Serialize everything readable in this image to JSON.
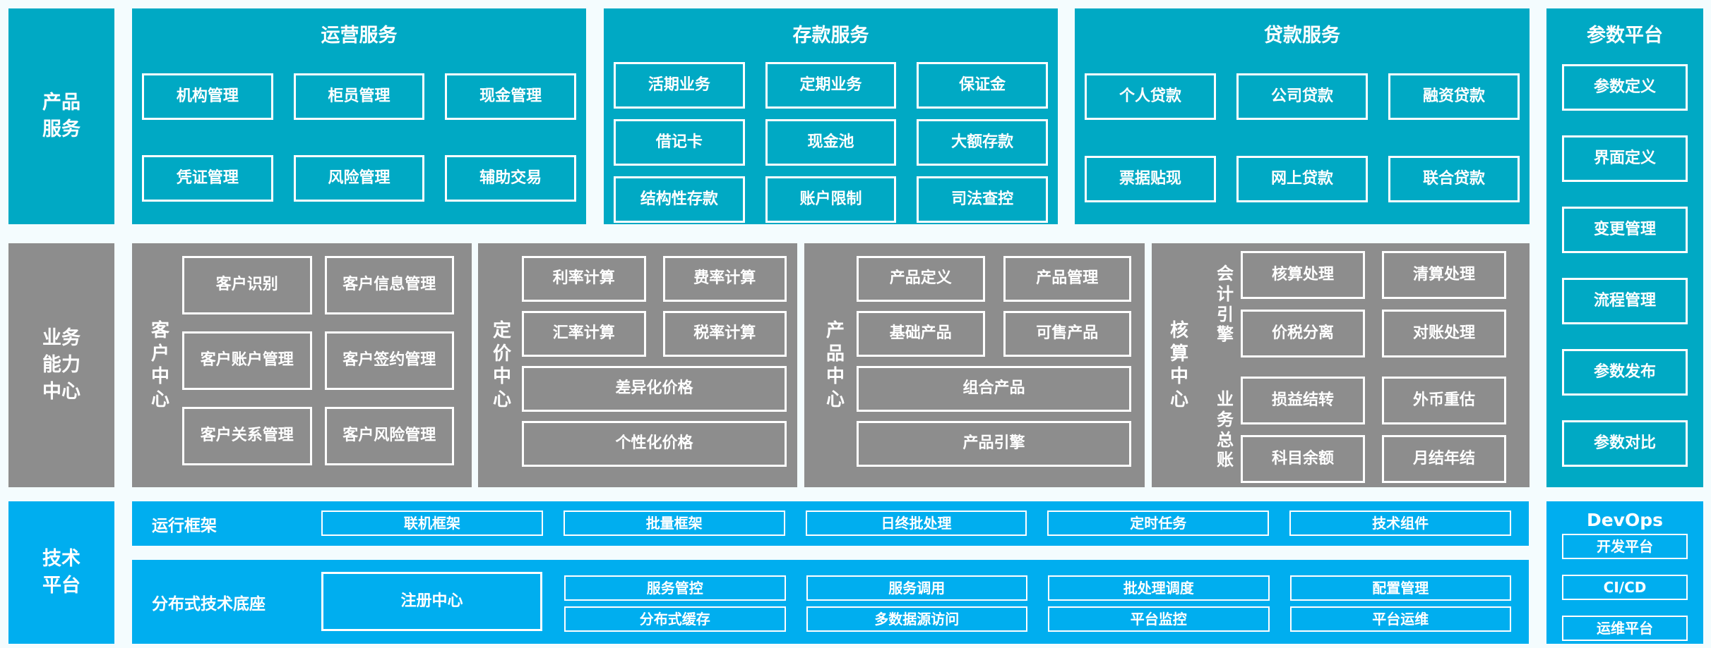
{
  "palette": {
    "teal": "#00a9c4",
    "gray": "#8d8d8d",
    "blue": "#00aeef",
    "background": "#f4fcfe",
    "text": "#ffffff"
  },
  "rails": {
    "product_services": "产品\n服务",
    "business_capability": "业务\n能力\n中心",
    "tech_platform": "技术\n平台"
  },
  "top": {
    "operations": {
      "title": "运营服务",
      "items": [
        "机构管理",
        "柜员管理",
        "现金管理",
        "凭证管理",
        "风险管理",
        "辅助交易"
      ]
    },
    "deposits": {
      "title": "存款服务",
      "items": [
        "活期业务",
        "定期业务",
        "保证金",
        "借记卡",
        "现金池",
        "大额存款",
        "结构性存款",
        "账户限制",
        "司法查控"
      ]
    },
    "loans": {
      "title": "贷款服务",
      "items": [
        "个人贷款",
        "公司贷款",
        "融资贷款",
        "票据贴现",
        "网上贷款",
        "联合贷款"
      ]
    },
    "parameters": {
      "title": "参数平台",
      "items": [
        "参数定义",
        "界面定义",
        "变更管理",
        "流程管理",
        "参数发布",
        "参数对比"
      ]
    }
  },
  "middle": {
    "customer": {
      "label": "客\n户\n中\n心",
      "items": [
        "客户识别",
        "客户信息管理",
        "客户账户管理",
        "客户签约管理",
        "客户关系管理",
        "客户风险管理"
      ]
    },
    "pricing": {
      "label": "定\n价\n中\n心",
      "items": [
        "利率计算",
        "费率计算",
        "汇率计算",
        "税率计算"
      ],
      "wide_items": [
        "差异化价格",
        "个性化价格"
      ]
    },
    "product_center": {
      "label": "产\n品\n中\n心",
      "items": [
        "产品定义",
        "产品管理",
        "基础产品",
        "可售产品"
      ],
      "wide_items": [
        "组合产品",
        "产品引擎"
      ]
    },
    "accounting": {
      "label": "核\n算\n中\n心",
      "groups": [
        {
          "label": "会\n计\n引\n擎",
          "items": [
            "核算处理",
            "清算处理",
            "价税分离",
            "对账处理"
          ]
        },
        {
          "label": "业\n务\n总\n账",
          "items": [
            "损益结转",
            "外币重估",
            "科目余额",
            "月结年结"
          ]
        }
      ]
    }
  },
  "bottom": {
    "runtime": {
      "label": "运行框架",
      "items": [
        "联机框架",
        "批量框架",
        "日终批处理",
        "定时任务",
        "技术组件"
      ]
    },
    "distributed": {
      "label": "分布式技术底座",
      "registry": "注册中心",
      "items": [
        "服务管控",
        "服务调用",
        "批处理调度",
        "配置管理",
        "分布式缓存",
        "多数据源访问",
        "平台监控",
        "平台运维"
      ]
    },
    "devops": {
      "title": "DevOps",
      "items": [
        "开发平台",
        "CI/CD",
        "运维平台"
      ]
    }
  }
}
